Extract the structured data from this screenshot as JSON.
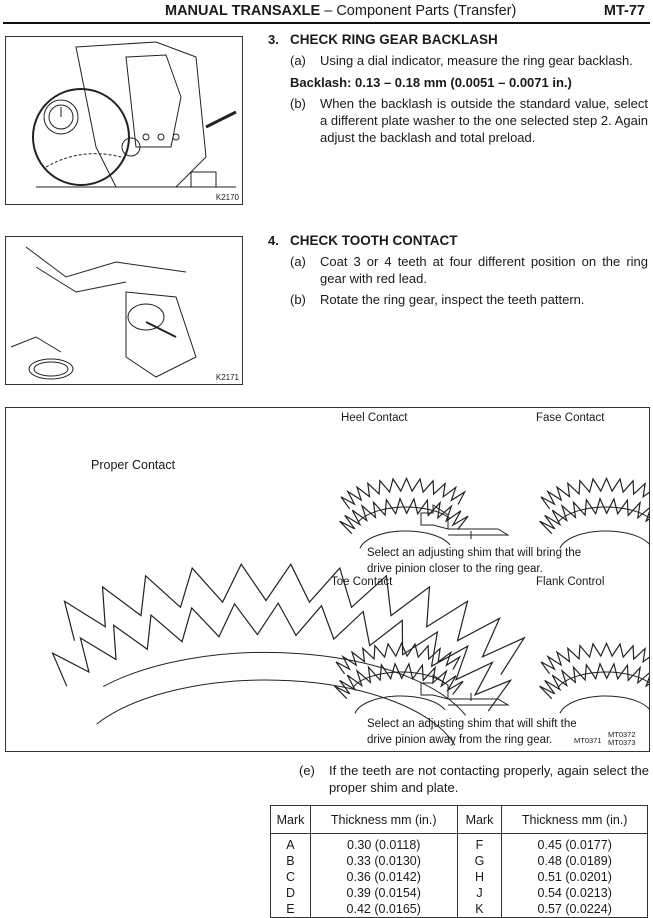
{
  "header": {
    "title_bold": "MANUAL TRANSAXLE",
    "title_rest": " – Component Parts (Transfer)",
    "page": "MT-77"
  },
  "figures": {
    "fig1_label": "K2170",
    "fig2_label": "K2171"
  },
  "section3": {
    "number": "3.",
    "title": "CHECK RING GEAR BACKLASH",
    "a_letter": "(a)",
    "a_text": "Using a dial indicator, measure the ring gear backlash.",
    "spec": "Backlash:  0.13 – 0.18 mm (0.0051 – 0.0071 in.)",
    "b_letter": "(b)",
    "b_text": "When the backlash is outside the standard value, select a different plate washer to the one selected step 2. Again adjust the backlash and total preload."
  },
  "section4": {
    "number": "4.",
    "title": "CHECK TOOTH CONTACT",
    "a_letter": "(a)",
    "a_text": "Coat 3 or 4 teeth at four different position on the ring gear with red lead.",
    "b_letter": "(b)",
    "b_text": "Rotate the ring gear, inspect the teeth pattern."
  },
  "contact_figure": {
    "proper": "Proper Contact",
    "heel": "Heel Contact",
    "fase": "Fase Contact",
    "toe": "Toe Contact",
    "flank": "Flank Control",
    "note1_l1": "Select an adjusting shim that will bring the",
    "note1_l2": "drive pinion closer to the ring gear.",
    "note2_l1": "Select an adjusting shim that will shift the",
    "note2_l2": "drive pinion away from the ring gear.",
    "code1": "MT0371",
    "code2": "MT0372",
    "code3": "MT0373"
  },
  "step_e": {
    "letter": "(e)",
    "text": "If the teeth are not contacting properly, again select the proper shim and plate."
  },
  "table": {
    "headers": [
      "Mark",
      "Thickness    mm (in.)",
      "Mark",
      "Thickness    mm (in.)"
    ],
    "rows": [
      [
        "A",
        "0.30 (0.0118)",
        "F",
        "0.45 (0.0177)"
      ],
      [
        "B",
        "0.33 (0.0130)",
        "G",
        "0.48 (0.0189)"
      ],
      [
        "C",
        "0.36 (0.0142)",
        "H",
        "0.51 (0.0201)"
      ],
      [
        "D",
        "0.39 (0.0154)",
        "J",
        "0.54 (0.0213)"
      ],
      [
        "E",
        "0.42 (0.0165)",
        "K",
        "0.57 (0.0224)"
      ]
    ]
  }
}
